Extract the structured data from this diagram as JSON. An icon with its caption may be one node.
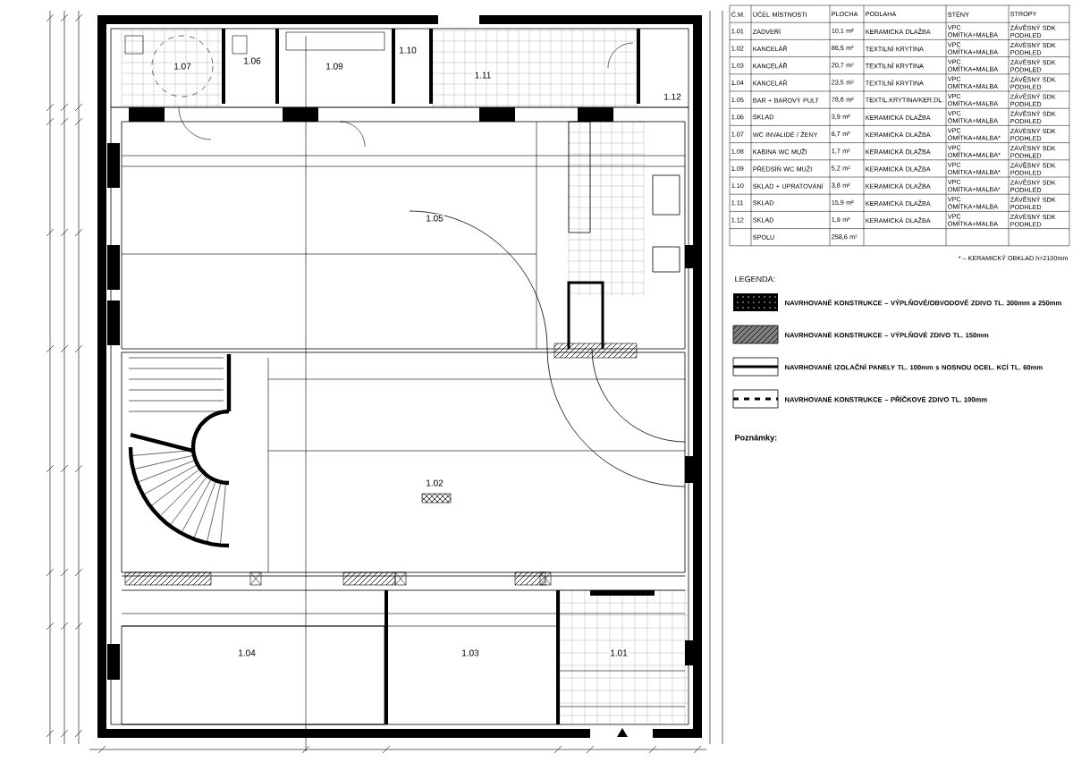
{
  "diagram": {
    "nodes": [
      {
        "text": [
          "1.07"
        ]
      },
      {
        "text": [
          "1.06"
        ]
      },
      {
        "text": [
          "1.09"
        ]
      },
      {
        "text": [
          "1.10"
        ]
      },
      {
        "text": [
          "1.11"
        ]
      },
      {
        "text": [
          "1.12"
        ]
      },
      {
        "text": [
          "1.05"
        ]
      },
      {
        "text": [
          "1.02"
        ]
      },
      {
        "text": [
          "1.04"
        ]
      },
      {
        "text": [
          "1.03"
        ]
      },
      {
        "text": [
          "1.01"
        ]
      }
    ],
    "edges": [],
    "labels": [
      "Č.M.",
      "ÚČEL MÍSTNOSTI",
      "PLOCHA",
      "PODLAHA",
      "STĚNY",
      "STROPY",
      "1.01",
      "ZÁDVEŘÍ",
      "10,1 m²",
      "KERAMICKÁ DLAŽBA",
      "VPC OMÍTKA+MALBA",
      "ZÁVĚSNÝ SDK PODHLED",
      "1.02",
      "KANCELÁŘ",
      "86,5 m²",
      "TEXTILNÍ KRYTINA",
      "VPC OMÍTKA+MALBA",
      "ZÁVĚSNÝ SDK PODHLED",
      "1.03",
      "KANCELÁŘ",
      "20,7 m²",
      "TEXTILNÍ KRYTINA",
      "VPC OMÍTKA+MALBA",
      "ZÁVĚSNÝ SDK PODHLED",
      "1.04",
      "KANCELÁŘ",
      "23,5 m²",
      "TEXTILNÍ KRYTINA",
      "VPC OMÍTKA+MALBA",
      "ZÁVĚSNÝ SDK PODHLED",
      "1.05",
      "BAR + BAROVÝ PULT",
      "78,6 m²",
      "TEXTIL.KRYTINA/KER.DL.",
      "VPC OMÍTKA+MALBA",
      "ZÁVĚSNÝ SDK PODHLED",
      "1.06",
      "SKLAD",
      "3,9 m²",
      "KERAMICKÁ DLAŽBA",
      "VPC OMÍTKA+MALBA",
      "ZÁVĚSNÝ SDK PODHLED",
      "1.07",
      "WC INVALIDÉ / ŽENY",
      "6,7 m²",
      "KERAMICKÁ DLAŽBA",
      "VPC OMÍTKA+MALBA*",
      "ZÁVĚSNÝ SDK PODHLED",
      "1.08",
      "KABINA WC MUŽI",
      "1,7 m²",
      "KERAMICKÁ DLAŽBA",
      "VPC OMÍTKA+MALBA*",
      "ZÁVĚSNÝ SDK PODHLED",
      "1.09",
      "PŘEDSÍŇ WC MUŽI",
      "5,2 m²",
      "KERAMICKÁ DLAŽBA",
      "VPC OMÍTKA+MALBA*",
      "ZÁVĚSNÝ SDK PODHLED",
      "1.10",
      "SKLAD + UPRATOVÁNÍ",
      "3,8 m²",
      "KERAMICKÁ DLAŽBA",
      "VPC OMÍTKA+MALBA*",
      "ZÁVĚSNÝ SDK PODHLED",
      "1.11",
      "SKLAD",
      "15,9 m²",
      "KERAMICKÁ DLAŽBA",
      "VPC OMÍTKA+MALBA",
      "ZÁVĚSNÝ SDK PODHLED",
      "1.12",
      "SKLAD",
      "1,9 m²",
      "KERAMICKÁ DLAŽBA",
      "VPC OMÍTKA+MALBA",
      "ZÁVĚSNÝ SDK PODHLED",
      "SPOLU",
      "258,6 m²",
      "* – KERAMICKÝ OBKLAD h=2100mm",
      "LEGENDA:",
      "Poznámky:"
    ],
    "legend": [
      {
        "text": "NAVRHOVANÉ KONSTRUKCE – VÝPLŇOVÉ/OBVODOVÉ ZDIVO TL. 300mm a 250mm"
      },
      {
        "text": "NAVRHOVANÉ KONSTRUKCE – VÝPLŇOVÉ ZDIVO TL. 150mm"
      },
      {
        "text": "NAVRHOVANÉ IZOLAČNÍ PANELY TL. 100mm s NOSNOU OCEL. KCÍ TL. 60mm"
      },
      {
        "text": "NAVRHOVANÉ KONSTRUKCE – PŘÍČKOVÉ ZDIVO TL. 100mm"
      }
    ]
  }
}
